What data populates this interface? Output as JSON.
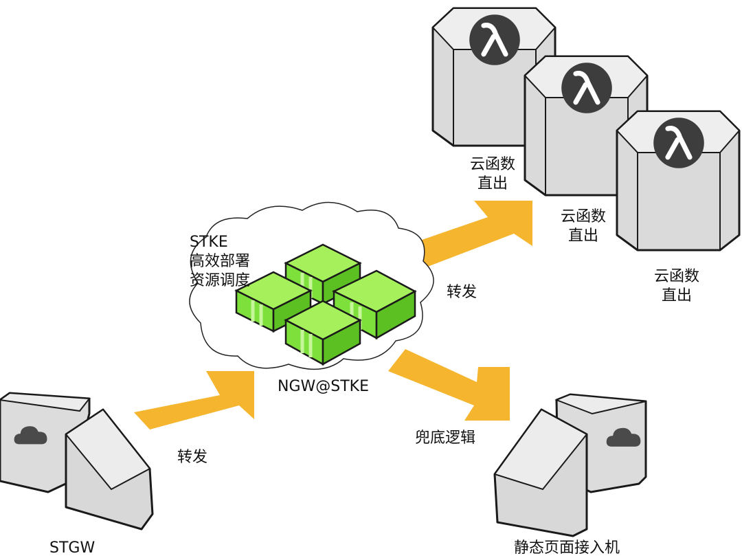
{
  "colors": {
    "arrow": "#f5b52e",
    "block_green": "#7ee03a",
    "server_gray": "#d6d6d6",
    "lambda_badge": "#3d3d3d"
  },
  "labels": {
    "stgw": "STGW",
    "arrow_forward_1": "转发",
    "stke_note": [
      "STKE",
      "高效部署",
      "资源调度"
    ],
    "ngw": "NGW@STKE",
    "arrow_forward_2": "转发",
    "fallback": "兜底逻辑",
    "cloud_function": [
      "云函数",
      "直出"
    ],
    "static_server": "静态页面接入机"
  },
  "icons": {
    "lambda": "lambda-icon",
    "cloud": "cloud-icon"
  }
}
